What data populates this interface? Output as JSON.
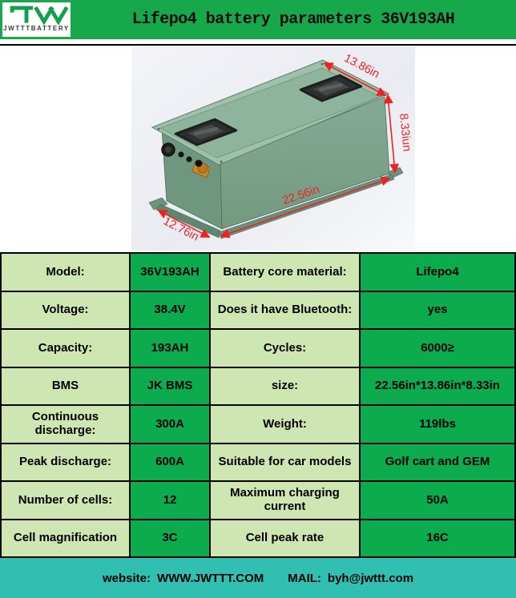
{
  "header": {
    "logo_text": "JWTTTBATTERY",
    "title": "Lifepo4 battery parameters 36V193AH"
  },
  "hero": {
    "dim_top": "13.86in",
    "dim_right": "8.33iun",
    "dim_bottom": "22.56in",
    "dim_left": "12.76in"
  },
  "table": {
    "rows": [
      {
        "l": "Model:",
        "v": "36V193AH",
        "l2": "Battery core material:",
        "v2": "Lifepo4"
      },
      {
        "l": "Voltage:",
        "v": "38.4V",
        "l2": "Does it have Bluetooth:",
        "v2": "yes"
      },
      {
        "l": "Capacity:",
        "v": "193AH",
        "l2": "Cycles:",
        "v2": "6000≥"
      },
      {
        "l": "BMS",
        "v": "JK BMS",
        "l2": "size:",
        "v2": "22.56in*13.86in*8.33in"
      },
      {
        "l": "Continuous discharge:",
        "v": "300A",
        "l2": "Weight:",
        "v2": "119lbs"
      },
      {
        "l": "Peak discharge:",
        "v": "600A",
        "l2": "Suitable for car models",
        "v2": "Golf cart and GEM"
      },
      {
        "l": "Number of cells:",
        "v": "12",
        "l2": "Maximum charging current",
        "v2": "50A"
      },
      {
        "l": "Cell magnification",
        "v": "3C",
        "l2": "Cell peak rate",
        "v2": "16C"
      }
    ]
  },
  "footer": {
    "website_label": "website:",
    "website_url": "WWW.JWTTT.COM",
    "mail_label": "MAIL:",
    "mail_address": "byh@jwttt.com"
  },
  "colors": {
    "header_green": "#17a84b",
    "cell_light": "#cde6b2",
    "cell_green": "#0bab4e",
    "footer_teal": "#30bfb0",
    "dim_red": "#ee2224"
  }
}
